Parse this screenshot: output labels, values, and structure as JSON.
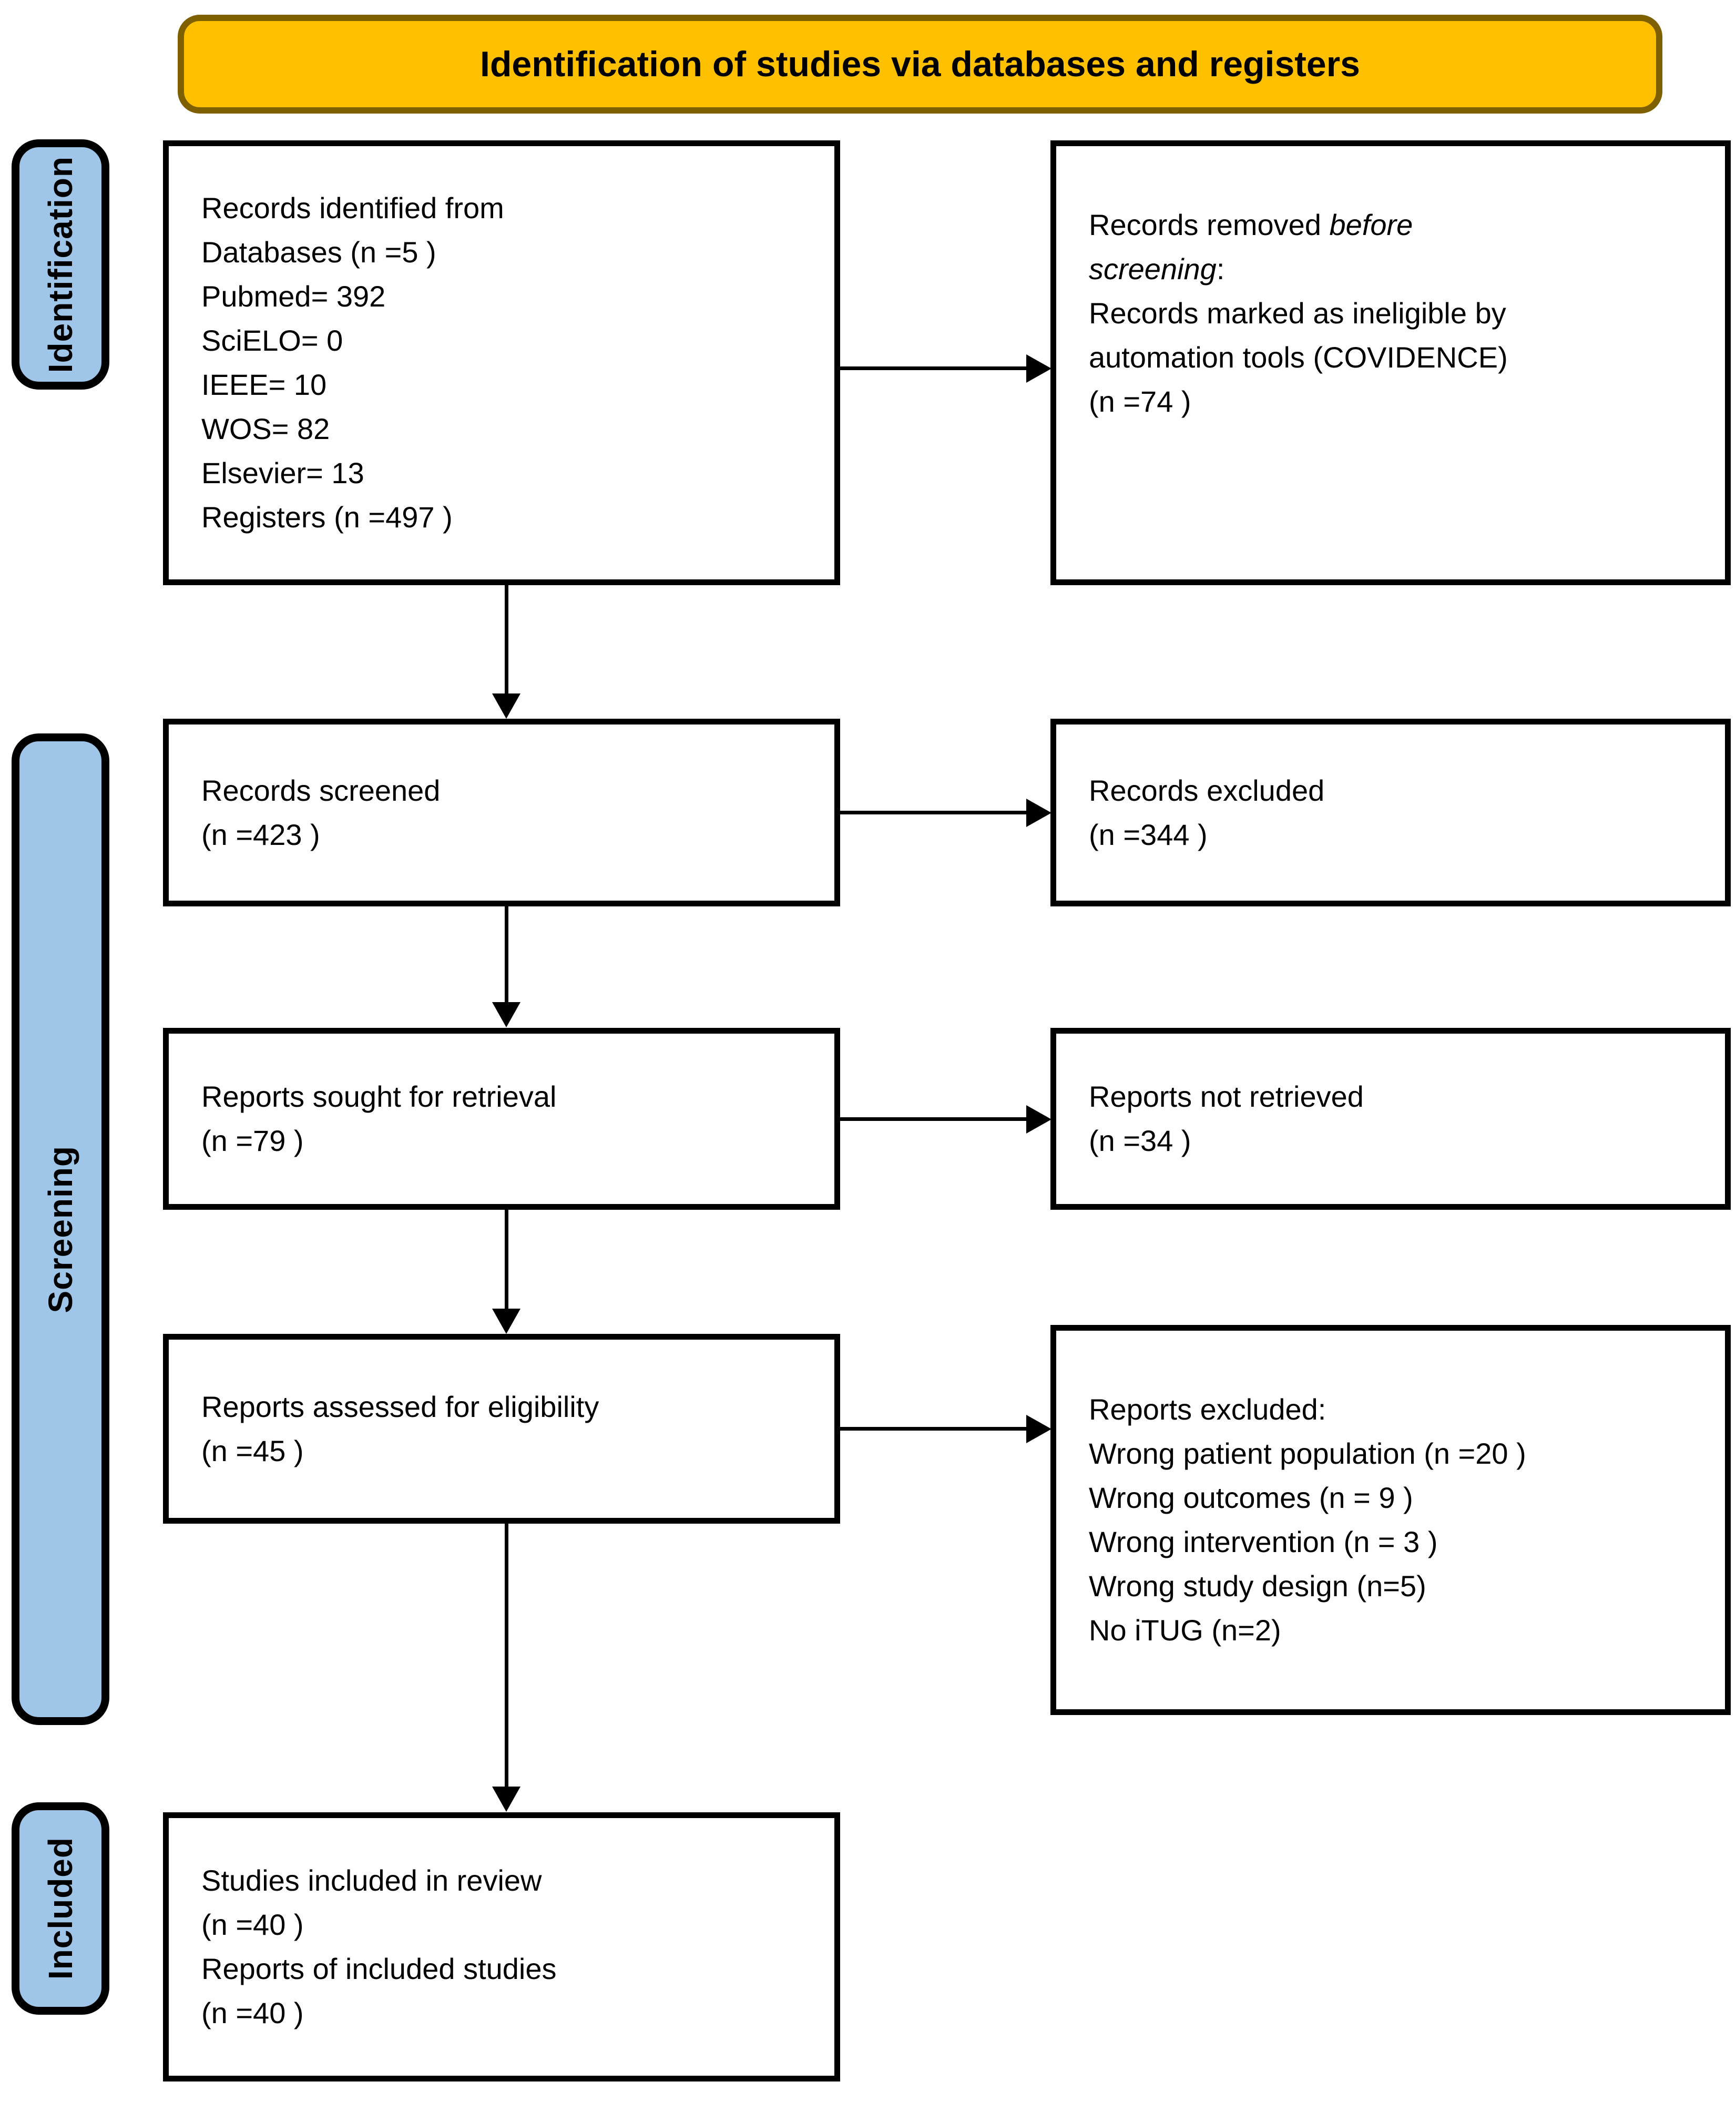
{
  "title_banner": {
    "label": "Identification of studies via databases and registers",
    "bg_color": "#FFC000",
    "border_color": "#7F6000"
  },
  "sidebar": {
    "bg_color": "#9FC5E8",
    "stages": [
      {
        "label": "Identification"
      },
      {
        "label": "Screening"
      },
      {
        "label": "Included"
      }
    ]
  },
  "boxes": {
    "records_identified": "Records identified from\nDatabases (n =5 )\nPubmed= 392\nSciELO= 0\nIEEE= 10\nWOS= 82\nElsevier= 13\nRegisters (n =497 )",
    "records_removed_prefix": "Records removed ",
    "records_removed_italic": "before\nscreening",
    "records_removed_rest": ":\nRecords marked as ineligible by\nautomation tools (COVIDENCE)\n(n =74 )",
    "records_screened": "Records screened\n(n =423 )",
    "records_excluded": "Records excluded\n(n =344 )",
    "reports_sought": "Reports sought for retrieval\n(n =79 )",
    "reports_not_retrieved": "Reports not retrieved\n(n =34 )",
    "reports_assessed": "Reports assessed for eligibility\n(n =45 )",
    "reports_excluded": "Reports excluded:\nWrong patient population (n =20 )\nWrong outcomes (n = 9 )\nWrong intervention (n = 3 )\nWrong study design (n=5)\nNo iTUG (n=2)",
    "studies_included": "Studies included in review\n(n =40 )\nReports of included studies\n(n =40 )"
  }
}
